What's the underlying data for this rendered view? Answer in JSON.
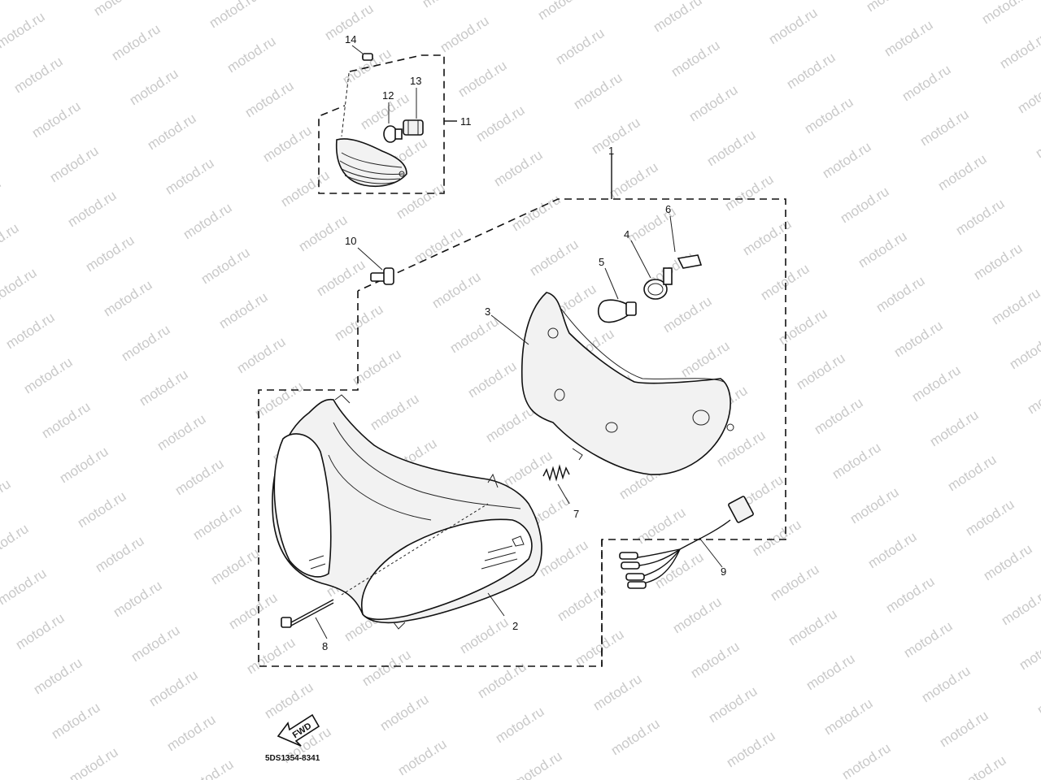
{
  "watermark": {
    "text": "motod.ru"
  },
  "callouts": {
    "c1": "1",
    "c2": "2",
    "c3": "3",
    "c4": "4",
    "c5": "5",
    "c6": "6",
    "c7": "7",
    "c8": "8",
    "c9": "9",
    "c10": "10",
    "c11": "11",
    "c12": "12",
    "c13": "13",
    "c14": "14"
  },
  "direction_arrow": {
    "label": "FWD"
  },
  "diagram_code": "5DS1354-8341"
}
